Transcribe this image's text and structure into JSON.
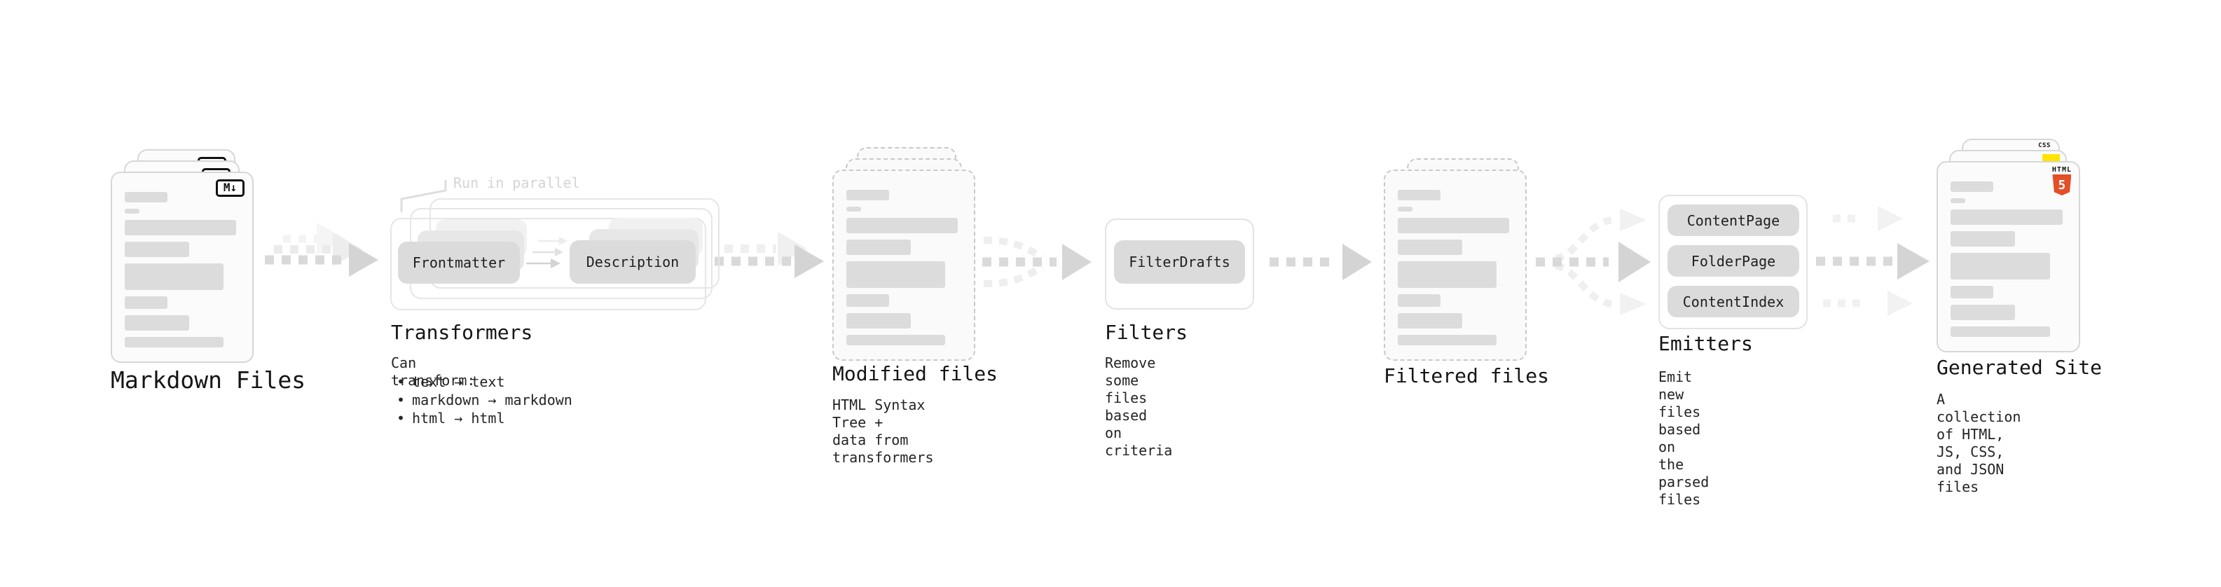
{
  "stages": {
    "markdown_files": {
      "label": "Markdown Files",
      "badge": "M↓"
    },
    "transformers": {
      "heading": "Transformers",
      "annotation": "Run in parallel",
      "node_a": "Frontmatter",
      "node_b": "Description",
      "sub_title": "Can transform:",
      "bullets": [
        "text → text",
        "markdown → markdown",
        "html → html"
      ]
    },
    "modified_files": {
      "heading": "Modified files",
      "sub": "HTML Syntax Tree +\ndata from transformers"
    },
    "filters": {
      "heading": "Filters",
      "node": "FilterDrafts",
      "sub": "Remove some files based\non criteria"
    },
    "filtered_files": {
      "label": "Filtered files"
    },
    "emitters": {
      "heading": "Emitters",
      "nodes": [
        "ContentPage",
        "FolderPage",
        "ContentIndex"
      ],
      "sub": "Emit new files based on\nthe parsed files"
    },
    "generated_site": {
      "heading": "Generated Site",
      "sub": "A collection of HTML,\nJS, CSS, and JSON files",
      "badges": {
        "css_label": "CSS",
        "html_label": "HTML",
        "html_number": "5"
      }
    }
  },
  "colors": {
    "node_gray": "#dbdbdb",
    "arrow_gray": "#d9d9d9",
    "arrow_light": "#f1f1f1",
    "card_border": "#d7d7d7",
    "dashed_border": "#c9c9c9",
    "annotation_gray": "#d4d4d4",
    "html5_orange": "#e34f26",
    "js_yellow": "#ffe400",
    "css_blue": "#2b63f6"
  }
}
